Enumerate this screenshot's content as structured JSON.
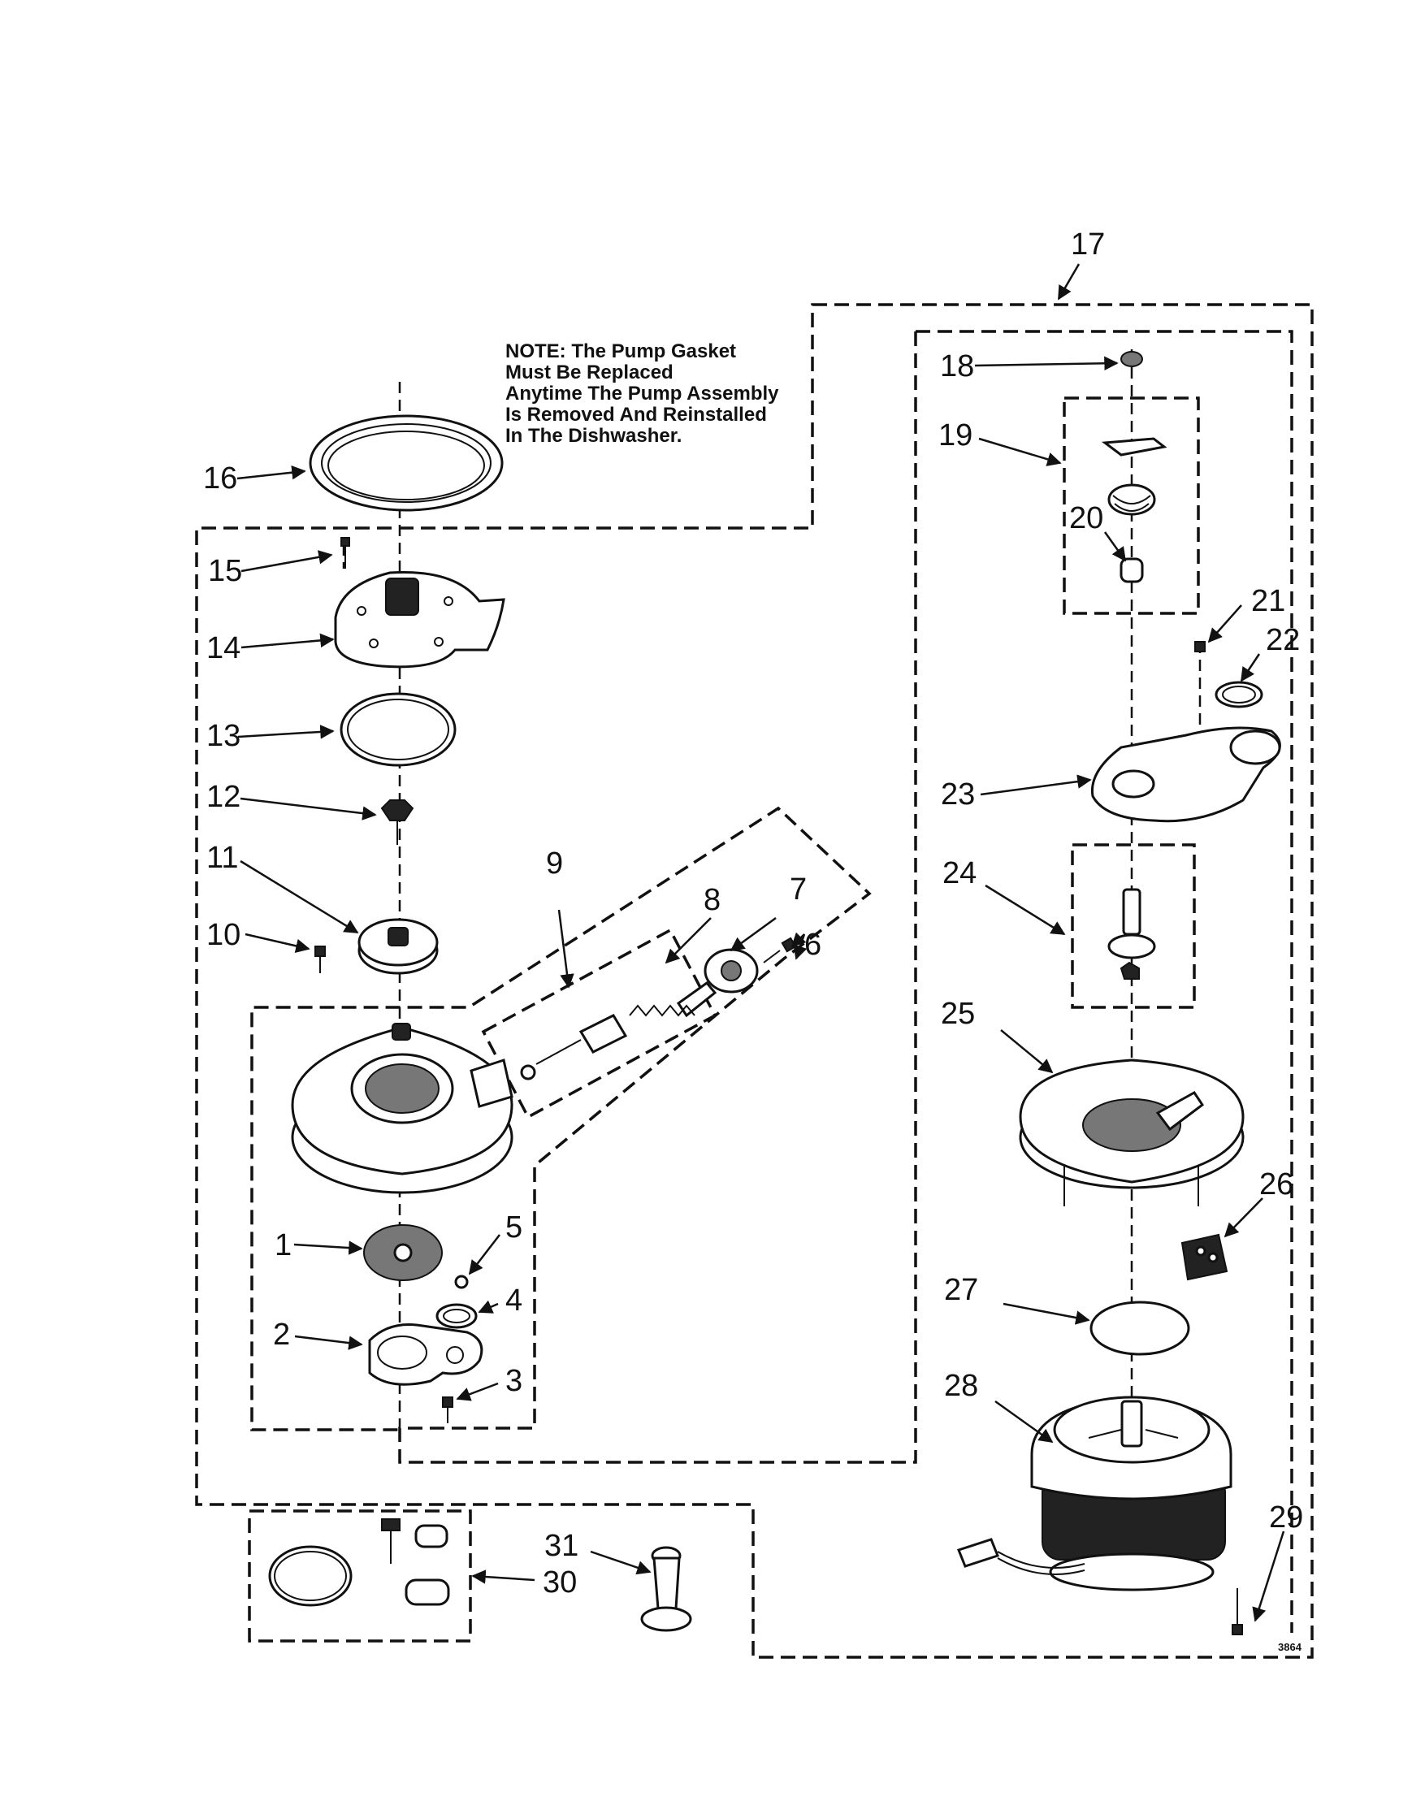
{
  "note": {
    "lines": [
      "NOTE: The Pump Gasket",
      "Must Be Replaced",
      "Anytime The Pump Assembly",
      "Is Removed And Reinstalled",
      "In The Dishwasher."
    ]
  },
  "callouts": {
    "c1": "1",
    "c2": "2",
    "c3": "3",
    "c4": "4",
    "c5": "5",
    "c6": "6",
    "c7": "7",
    "c8": "8",
    "c9": "9",
    "c10": "10",
    "c11": "11",
    "c12": "12",
    "c13": "13",
    "c14": "14",
    "c15": "15",
    "c16": "16",
    "c17": "17",
    "c18": "18",
    "c19": "19",
    "c20": "20",
    "c21": "21",
    "c22": "22",
    "c23": "23",
    "c24": "24",
    "c25": "25",
    "c26": "26",
    "c27": "27",
    "c28": "28",
    "c29": "29",
    "c30": "30",
    "c31": "31"
  },
  "drawing_code": "3864"
}
